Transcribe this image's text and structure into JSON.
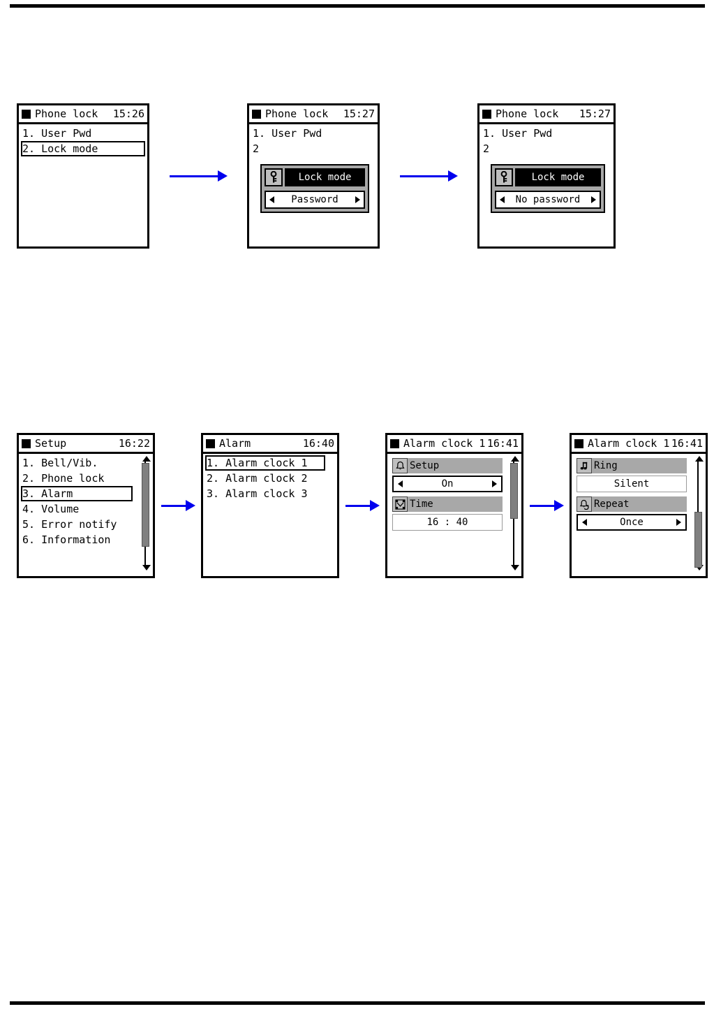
{
  "page": {
    "top_rule": true,
    "bottom_rule": true
  },
  "flows": [
    {
      "id": "phone-lock-flow",
      "screens": [
        {
          "id": "phone-lock-menu",
          "title": "Phone lock",
          "time": "15:26",
          "items": [
            {
              "label": "1. User Pwd",
              "selected": false
            },
            {
              "label": "2. Lock mode",
              "selected": true
            }
          ]
        },
        {
          "id": "lock-mode-password",
          "title": "Phone lock",
          "time": "15:27",
          "items": [
            {
              "label": "1. User Pwd",
              "selected": false
            },
            {
              "label": "2",
              "selected": false
            }
          ],
          "popup": {
            "icon": "key-icon",
            "title": "Lock mode",
            "value": "Password",
            "left_arrow": "◄",
            "right_arrow": "►"
          }
        },
        {
          "id": "lock-mode-no-password",
          "title": "Phone lock",
          "time": "15:27",
          "items": [
            {
              "label": "1. User Pwd",
              "selected": false
            },
            {
              "label": "2",
              "selected": false
            }
          ],
          "popup": {
            "icon": "key-icon",
            "title": "Lock mode",
            "value": "No password",
            "left_arrow": "◄",
            "right_arrow": "►"
          }
        }
      ]
    },
    {
      "id": "alarm-flow",
      "screens": [
        {
          "id": "setup-menu",
          "title": "Setup",
          "time": "16:22",
          "items": [
            {
              "label": "1. Bell/Vib.",
              "selected": false
            },
            {
              "label": "2. Phone lock",
              "selected": false
            },
            {
              "label": "3. Alarm",
              "selected": true
            },
            {
              "label": "4. Volume",
              "selected": false
            },
            {
              "label": "5. Error notify",
              "selected": false
            },
            {
              "label": "6. Information",
              "selected": false
            }
          ],
          "scrollbar": {
            "visible": true,
            "thumb_top_pct": 4,
            "thumb_height_pct": 78
          }
        },
        {
          "id": "alarm-menu",
          "title": "Alarm",
          "time": "16:40",
          "items": [
            {
              "label": "1. Alarm clock 1",
              "selected": true
            },
            {
              "label": "2. Alarm clock 2",
              "selected": false
            },
            {
              "label": "3. Alarm clock 3",
              "selected": false
            }
          ],
          "scrollbar": {
            "visible": false
          }
        },
        {
          "id": "alarm-clock-1-setup",
          "title": "Alarm clock 1",
          "time": "16:41",
          "fields": [
            {
              "icon": "bell-icon",
              "label": "Setup",
              "value": "On",
              "style": "boxed",
              "left_arrow": "◄",
              "right_arrow": "►"
            },
            {
              "icon": "clock-icon",
              "label": "Time",
              "value": "16 : 40",
              "style": "plain",
              "left_arrow": "",
              "right_arrow": ""
            }
          ],
          "scrollbar": {
            "visible": true,
            "thumb_top_pct": 2,
            "thumb_height_pct": 50
          }
        },
        {
          "id": "alarm-clock-1-ring",
          "title": "Alarm clock 1",
          "time": "16:41",
          "fields": [
            {
              "icon": "music-note-icon",
              "label": "Ring",
              "value": "Silent",
              "style": "plain",
              "left_arrow": "",
              "right_arrow": ""
            },
            {
              "icon": "bell-repeat-icon",
              "label": "Repeat",
              "value": "Once",
              "style": "boxed",
              "left_arrow": "◄",
              "right_arrow": "►"
            }
          ],
          "scrollbar": {
            "visible": true,
            "thumb_top_pct": 46,
            "thumb_height_pct": 52
          }
        }
      ]
    }
  ],
  "colors": {
    "arrow": "#0000ee",
    "ink": "#000000",
    "label_bg": "#a8a8a8",
    "icon_bg": "#bfbfbf",
    "scroll_thumb": "#808080",
    "paper": "#ffffff"
  }
}
